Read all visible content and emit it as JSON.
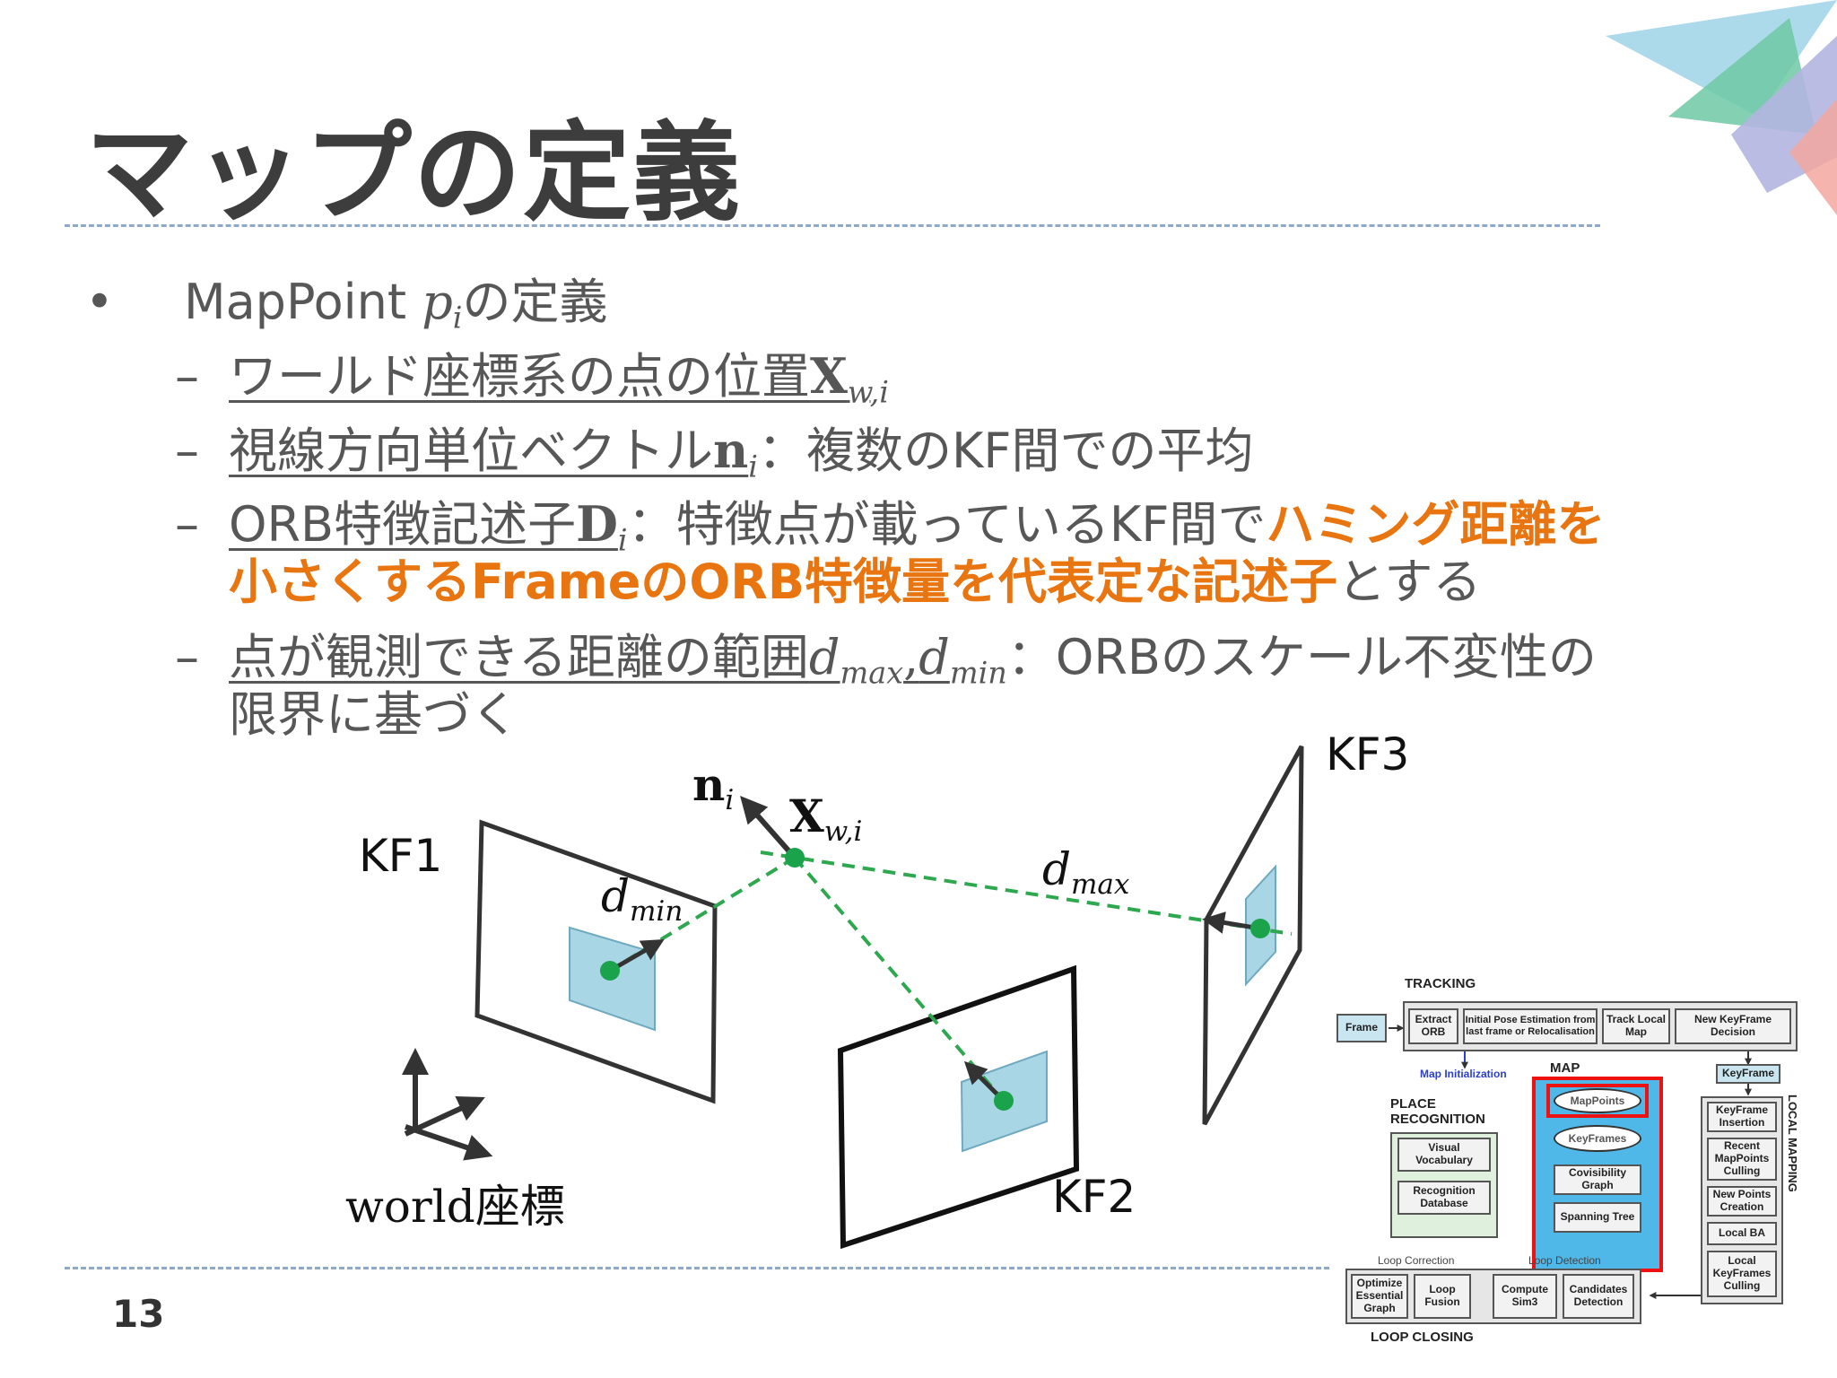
{
  "slide": {
    "title": "マップの定義",
    "page_number": "13",
    "accent_colors": {
      "orange": "#e8750f",
      "frame_fill": "#a9d6e5",
      "dashed_line": "#2ea84f",
      "point": "#1aa34a",
      "divider": "#8eaacb"
    }
  },
  "bullets": {
    "b1": {
      "marker": "•",
      "prefix": "MapPoint ",
      "math": "p",
      "math_sub": "i",
      "suffix": "の定義"
    },
    "s1": {
      "marker": "–",
      "text": "ワールド座標系の点の位置",
      "math": "X",
      "math_sub": "w,i"
    },
    "s2": {
      "marker": "–",
      "text": "視線方向単位ベクトル",
      "math": "n",
      "math_sub": "i",
      "rest": "：複数のKF間での平均"
    },
    "s3": {
      "marker": "–",
      "text": "ORB特徴記述子",
      "math": "D",
      "math_sub": "i",
      "rest1": "：特徴点が載っているKF間で",
      "hl1": "ハミング距離を",
      "hl2": "小さくするFrameのORB特徴量を代表定な記述子",
      "rest2": "とする"
    },
    "s4": {
      "marker": "–",
      "text": "点が観測できる距離の範囲",
      "math1": "d",
      "sub1": "max",
      "sep": ",",
      "math2": "d",
      "sub2": "min",
      "rest1": "：ORBのスケール不変性の",
      "rest2": "限界に基づく"
    }
  },
  "diagram": {
    "kf1": "KF1",
    "kf2": "KF2",
    "kf3": "KF3",
    "world": "world",
    "world_suffix": "座標",
    "n_label": "n",
    "n_sub": "i",
    "x_label": "X",
    "x_sub": "w,i",
    "dmin_label": "d",
    "dmin_sub": "min",
    "dmax_label": "d",
    "dmax_sub": "max"
  },
  "orb_slam": {
    "tracking": "TRACKING",
    "frame": "Frame",
    "extract_orb": "Extract ORB",
    "initial_pose": "Initial Pose Estimation from last frame or Relocalisation",
    "track_local_map": "Track Local Map",
    "new_kf_decision": "New KeyFrame Decision",
    "map_init": "Map Initialization",
    "map": "MAP",
    "keyframe": "KeyFrame",
    "place_recognition": "PLACE RECOGNITION",
    "visual_vocabulary": "Visual Vocabulary",
    "recognition_db": "Recognition Database",
    "mappoints": "MapPoints",
    "keyframes": "KeyFrames",
    "covisibility": "Covisibility Graph",
    "spanning_tree": "Spanning Tree",
    "kf_insertion": "KeyFrame Insertion",
    "recent_mp_culling": "Recent MapPoints Culling",
    "new_points": "New Points Creation",
    "local_ba": "Local BA",
    "local_kf_culling": "Local KeyFrames Culling",
    "local_mapping": "LOCAL MAPPING",
    "loop_correction": "Loop Correction",
    "loop_detection": "Loop Detection",
    "optimize_graph": "Optimize Essential Graph",
    "loop_fusion": "Loop Fusion",
    "compute_sim3": "Compute Sim3",
    "candidates_detection": "Candidates Detection",
    "loop_closing": "LOOP CLOSING"
  }
}
